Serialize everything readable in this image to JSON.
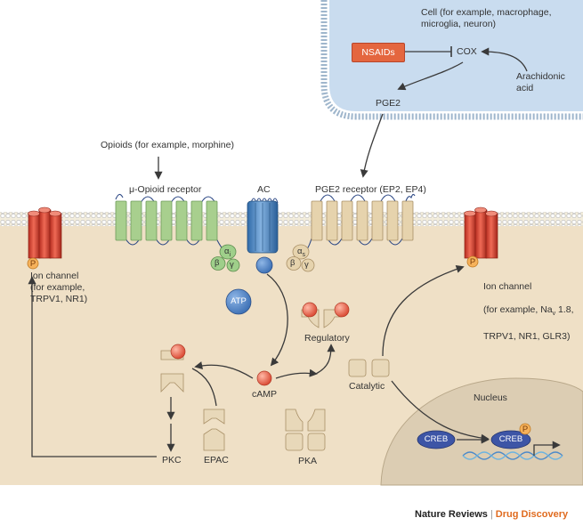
{
  "cell": {
    "label": "Cell (for example, macrophage,\nmicroglia, neuron)",
    "nsaids": "NSAIDs",
    "cox": "COX",
    "arachidonic_acid": "Arachidonic\nacid",
    "pge2": "PGE2"
  },
  "opioids": "Opioids (for example, morphine)",
  "receptors": {
    "mu_opioid": "μ-Opioid receptor",
    "ac": "AC",
    "pge2_receptor": "PGE2 receptor (EP2, EP4)"
  },
  "g_protein": {
    "alpha": "α",
    "alpha_i": "i",
    "alpha_s": "s",
    "beta": "β",
    "gamma": "γ"
  },
  "ion_channel_left": "Ion channel\n(for example,\nTRPV1, NR1)",
  "ion_channel_right": {
    "line1": "Ion channel",
    "line2_pre": "(for example, Na",
    "line2_sub": "v",
    "line2_post": " 1.8,",
    "line3": "TRPV1, NR1, GLR3)"
  },
  "phospho": "P",
  "molecules": {
    "atp": "ATP",
    "camp": "cAMP",
    "regulatory": "Regulatory",
    "catalytic": "Catalytic",
    "pka": "PKA",
    "pkc": "PKC",
    "epac": "EPAC"
  },
  "nucleus": {
    "label": "Nucleus",
    "creb1": "CREB",
    "creb2": "CREB"
  },
  "credit": {
    "journal": "Nature Reviews",
    "section": "Drug Discovery",
    "separator": "|"
  },
  "colors": {
    "cytoplasm": "#efe0c6",
    "cell_blue": "#c9dcef",
    "opioid_receptor": "#a8cf8e",
    "pge2_receptor": "#e6d3ad",
    "ac": "#4d8ac8",
    "ion_channel": "#d9432f",
    "nucleus": "#dccdb3",
    "creb": "#3d55a6",
    "nsaids": "#e4663f"
  }
}
